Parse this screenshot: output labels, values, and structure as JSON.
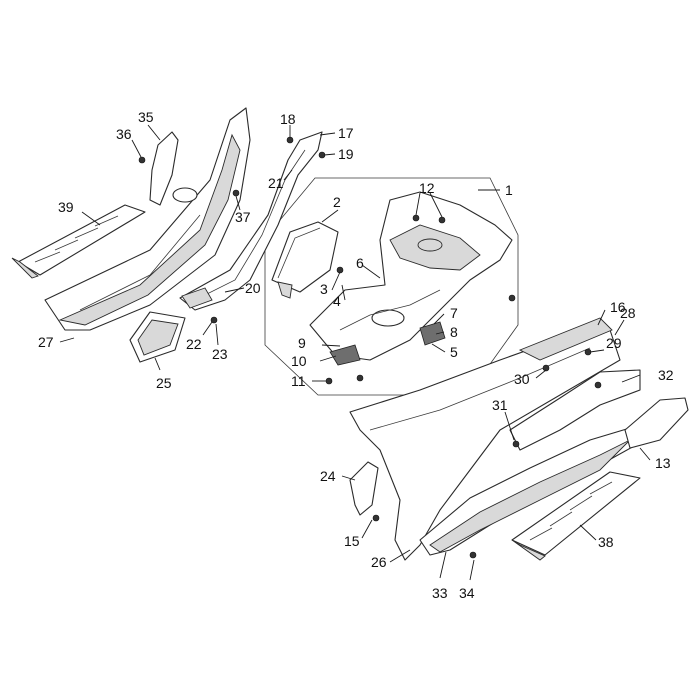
{
  "callouts": [
    {
      "id": "c1",
      "text": "1"
    },
    {
      "id": "c2",
      "text": "2"
    },
    {
      "id": "c3",
      "text": "3"
    },
    {
      "id": "c4",
      "text": "4"
    },
    {
      "id": "c5",
      "text": "5"
    },
    {
      "id": "c6",
      "text": "6"
    },
    {
      "id": "c7",
      "text": "7"
    },
    {
      "id": "c8",
      "text": "8"
    },
    {
      "id": "c9",
      "text": "9"
    },
    {
      "id": "c10",
      "text": "10"
    },
    {
      "id": "c11",
      "text": "11"
    },
    {
      "id": "c12",
      "text": "12"
    },
    {
      "id": "c13",
      "text": "13"
    },
    {
      "id": "c15",
      "text": "15"
    },
    {
      "id": "c16",
      "text": "16"
    },
    {
      "id": "c17",
      "text": "17"
    },
    {
      "id": "c18",
      "text": "18"
    },
    {
      "id": "c19",
      "text": "19"
    },
    {
      "id": "c20",
      "text": "20"
    },
    {
      "id": "c21",
      "text": "21"
    },
    {
      "id": "c22",
      "text": "22"
    },
    {
      "id": "c23",
      "text": "23"
    },
    {
      "id": "c24",
      "text": "24"
    },
    {
      "id": "c25",
      "text": "25"
    },
    {
      "id": "c26",
      "text": "26"
    },
    {
      "id": "c27",
      "text": "27"
    },
    {
      "id": "c28",
      "text": "28"
    },
    {
      "id": "c29",
      "text": "29"
    },
    {
      "id": "c30",
      "text": "30"
    },
    {
      "id": "c31",
      "text": "31"
    },
    {
      "id": "c32",
      "text": "32"
    },
    {
      "id": "c33",
      "text": "33"
    },
    {
      "id": "c34",
      "text": "34"
    },
    {
      "id": "c35",
      "text": "35"
    },
    {
      "id": "c36",
      "text": "36"
    },
    {
      "id": "c37",
      "text": "37"
    },
    {
      "id": "c38",
      "text": "38"
    },
    {
      "id": "c39",
      "text": "39"
    }
  ],
  "colors": {
    "line": "#2b2b2b",
    "shade": "#d9d9d9",
    "background": "#ffffff"
  }
}
